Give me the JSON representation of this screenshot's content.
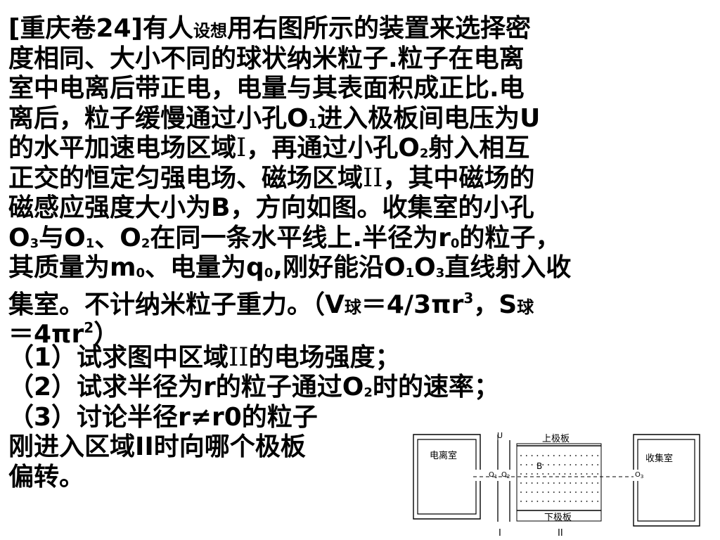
{
  "problem": {
    "l1": {
      "a": "[重庆卷24]有人",
      "b": "设想",
      "c": "用右图所示的装置来选择密"
    },
    "l2": "度相同、大小不同的球状纳米粒子.粒子在电离",
    "l3": "室中电离后带正电，电量与其表面积成正比.电",
    "l4": {
      "a": "离后，粒子缓慢通过小孔O",
      "b": "1",
      "c": "进入极板间电压为U"
    },
    "l5": {
      "a": "的水平加速电场区域",
      "b": "Ⅰ",
      "c": "，再通过小孔O",
      "d": "2",
      "e": "射入相互"
    },
    "l6": {
      "a": "正交的恒定匀强电场、磁场区域",
      "b": "II",
      "c": "，其中磁场的"
    },
    "l7": "磁感应强度大小为B，方向如图。收集室的小孔",
    "l8": {
      "a": "O",
      "b": "3",
      "c": "与O",
      "d": "1",
      "e": "、O",
      "f": "2",
      "g": "在同一条水平线上.半径为r",
      "h": "0",
      "i": "的粒子，"
    },
    "l9": {
      "a": "其质量为m",
      "b": "0",
      "c": "、电量为q",
      "d": "0",
      "e": ",刚好能沿O",
      "f": "1",
      "g": "O",
      "h": "3",
      "i": "直线射入收"
    },
    "l10": {
      "a": "集室。不计纳米粒子重力。（V",
      "b": "球",
      "c": "＝4/3πr",
      "d": "3",
      "e": "，S",
      "f": "球"
    },
    "l11": {
      "a": "＝4πr",
      "b": "2",
      "c": "）"
    },
    "q1": {
      "a": "（1）试求图中区域",
      "b": "II",
      "c": "的电场强度；"
    },
    "q2": {
      "a": "（2）试求半径为r的粒子通过O",
      "b": "2",
      "c": "时的速率；"
    },
    "q3": "（3）讨论半径r≠r0的粒子",
    "q3b": "刚进入区域II时向哪个极板",
    "q3c": "偏转。"
  },
  "figure": {
    "ionization_chamber": "电离室",
    "collection_chamber": "收集室",
    "upper_plate": "上极板",
    "lower_plate": "下极板",
    "voltage": "U",
    "field_b": "B",
    "o1": "O",
    "o1_sub": "1",
    "o2": "O",
    "o2_sub": "2",
    "o3": "O",
    "o3_sub": "3",
    "region1": "I",
    "region2": "II"
  }
}
